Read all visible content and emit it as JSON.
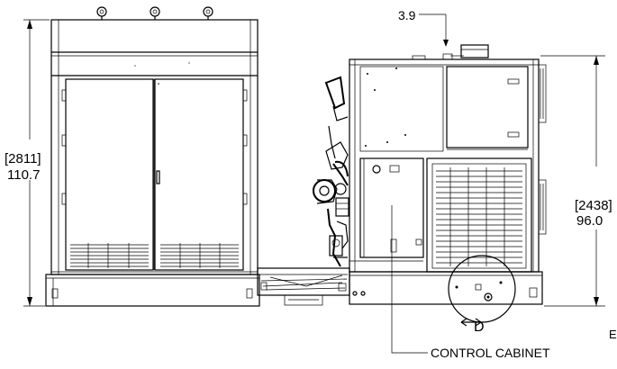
{
  "dimensions": {
    "left_height_mm": "[2811]",
    "left_height_in": "110.7",
    "right_height_mm": "[2438]",
    "right_height_in": "96.0",
    "top_offset": "3.9"
  },
  "labels": {
    "detail_marker": "D",
    "callout": "CONTROL CABINET",
    "edge_letter": "E"
  }
}
